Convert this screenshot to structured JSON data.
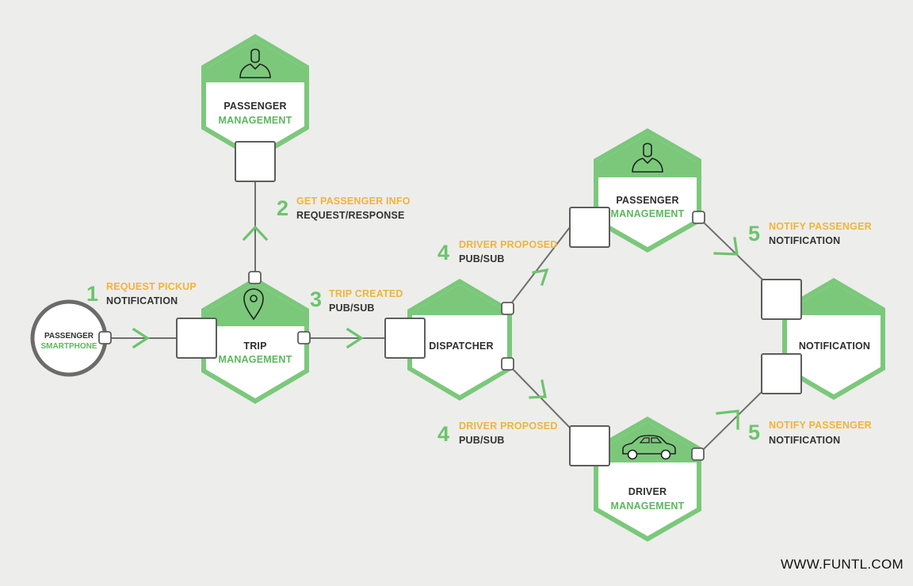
{
  "nodes": {
    "passenger_top": {
      "line1": "PASSENGER",
      "line2": "MANAGEMENT",
      "icon": "person-icon"
    },
    "trip": {
      "line1": "TRIP",
      "line2": "MANAGEMENT",
      "icon": "map-pin-icon"
    },
    "dispatcher": {
      "line1": "DISPATCHER"
    },
    "passenger_right": {
      "line1": "PASSENGER",
      "line2": "MANAGEMENT",
      "icon": "person-icon"
    },
    "driver": {
      "line1": "DRIVER",
      "line2": "MANAGEMENT",
      "icon": "car-icon"
    },
    "notification": {
      "line1": "NOTIFICATION"
    },
    "smartphone": {
      "line1": "PASSENGER",
      "line2": "SMARTPHONE"
    }
  },
  "steps": {
    "s1": {
      "num": "1",
      "title": "REQUEST PICKUP",
      "sub": "NOTIFICATION"
    },
    "s2": {
      "num": "2",
      "title": "GET PASSENGER INFO",
      "sub": "REQUEST/RESPONSE"
    },
    "s3": {
      "num": "3",
      "title": "TRIP CREATED",
      "sub": "PUB/SUB"
    },
    "s4a": {
      "num": "4",
      "title": "DRIVER PROPOSED",
      "sub": "PUB/SUB"
    },
    "s4b": {
      "num": "4",
      "title": "DRIVER PROPOSED",
      "sub": "PUB/SUB"
    },
    "s5a": {
      "num": "5",
      "title": "NOTIFY PASSENGER",
      "sub": "NOTIFICATION"
    },
    "s5b": {
      "num": "5",
      "title": "NOTIFY PASSENGER",
      "sub": "NOTIFICATION"
    }
  },
  "watermark": "WWW.FUNTL.COM",
  "colors": {
    "green": "#7bc87b",
    "label_green": "#5cb85c",
    "step_orange": "#f0b43a",
    "line_gray": "#6f6f6f",
    "background": "#ededeb"
  }
}
